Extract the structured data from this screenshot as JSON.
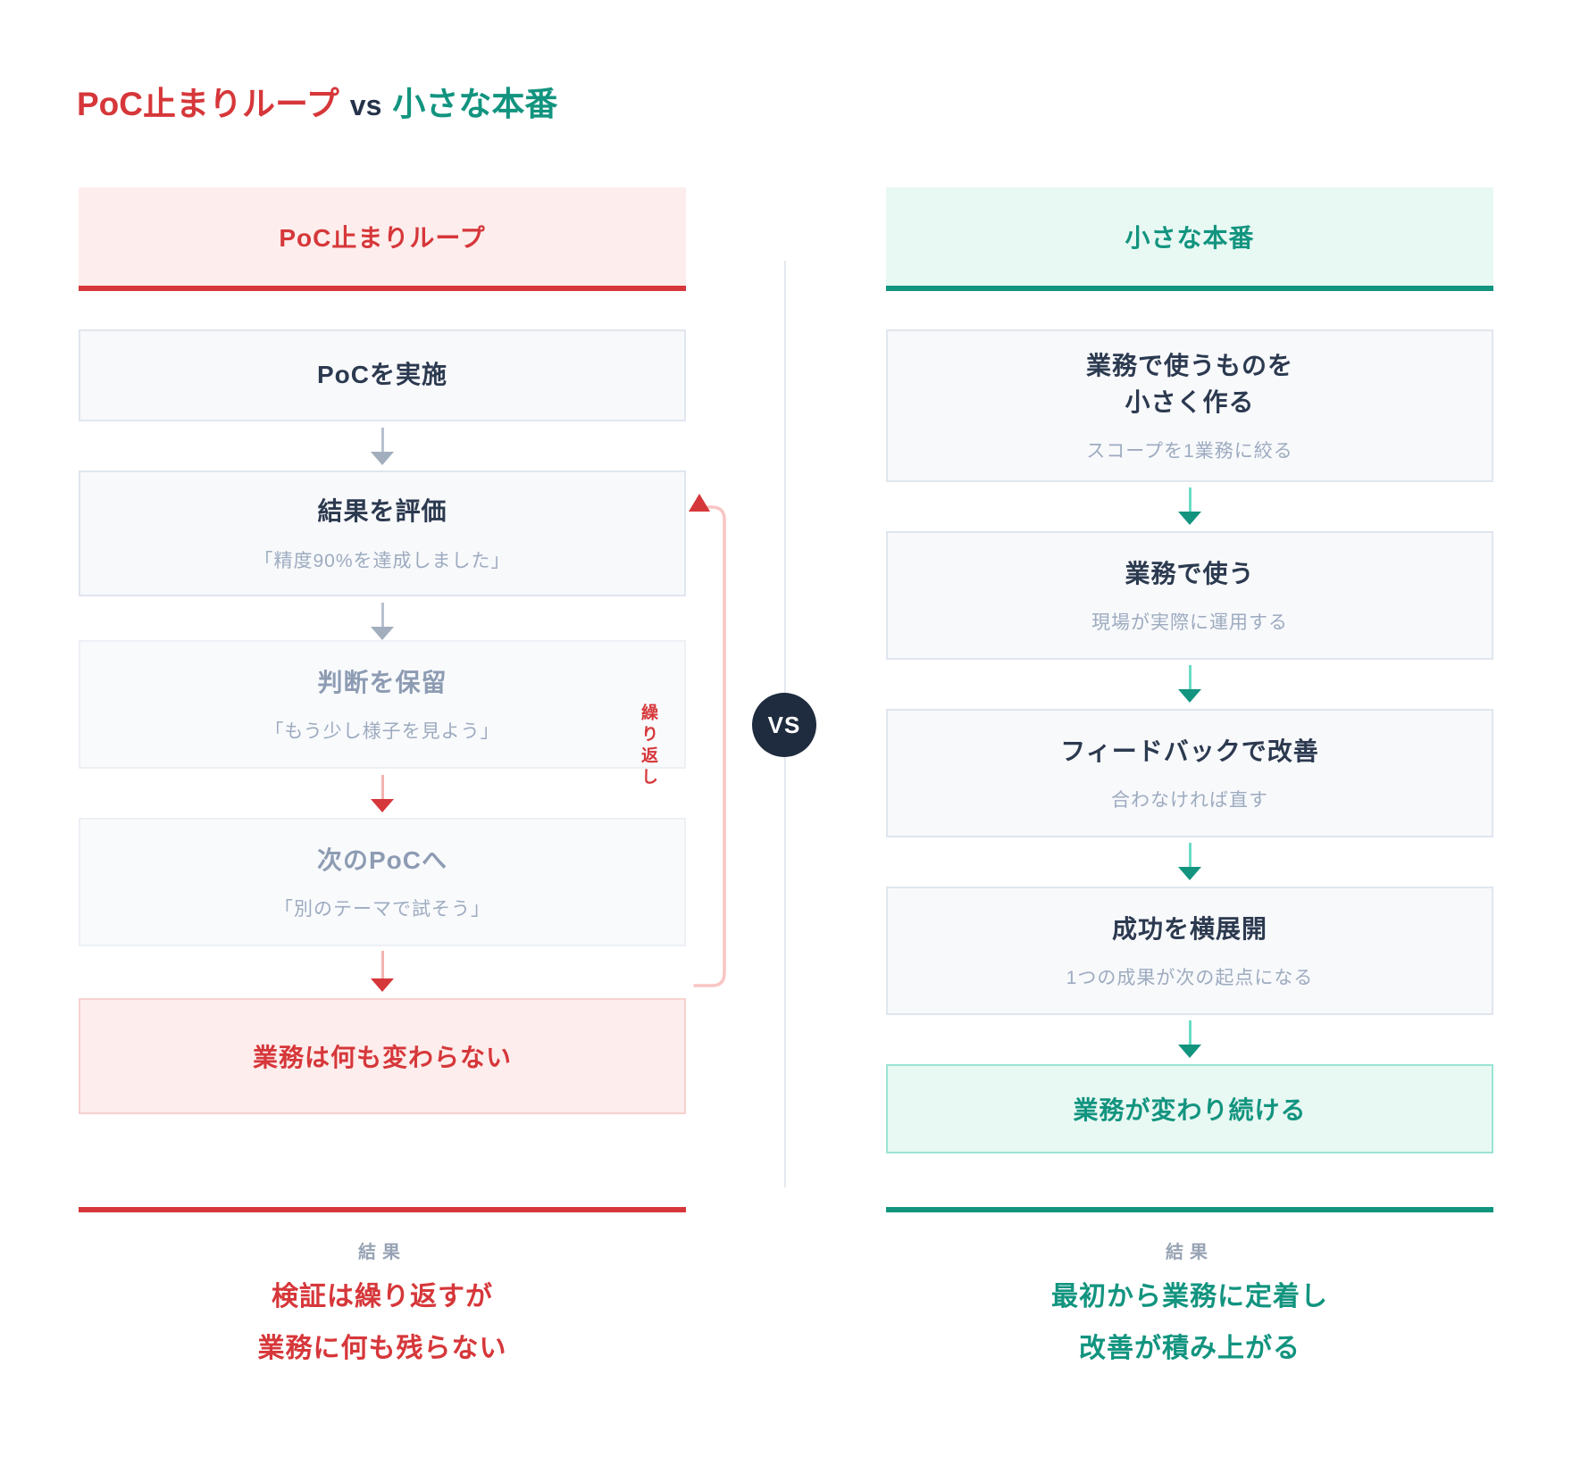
{
  "page_title": {
    "left": "PoC止まりループ",
    "separator": "vs",
    "right": "小さな本番"
  },
  "vs_badge": "VS",
  "colors": {
    "red": "#d6373a",
    "pink_background": "#fdedec",
    "teal": "#12947f",
    "teal_background": "#e8f8f3",
    "navy_text": "#2c3a50",
    "gray_sub_text": "#9dabc0",
    "vs_badge_background": "#1f2b3e"
  },
  "left_flow": {
    "header": "PoC止まりループ",
    "steps": [
      {
        "title": "PoCを実施",
        "sub": ""
      },
      {
        "title": "結果を評価",
        "sub": "「精度90%を達成しました」"
      },
      {
        "title": "判断を保留",
        "sub": "「もう少し様子を見よう」"
      },
      {
        "title": "次のPoCへ",
        "sub": "「別のテーマで試そう」"
      }
    ],
    "loop_label": "繰り返し",
    "outcome": "業務は何も変わらない",
    "result_label": "結果",
    "result_lines": [
      "検証は繰り返すが",
      "業務に何も残らない"
    ]
  },
  "right_flow": {
    "header": "小さな本番",
    "steps": [
      {
        "title_line1": "業務で使うものを",
        "title_line2": "小さく作る",
        "sub": "スコープを1業務に絞る"
      },
      {
        "title": "業務で使う",
        "sub": "現場が実際に運用する"
      },
      {
        "title": "フィードバックで改善",
        "sub": "合わなければ直す"
      },
      {
        "title": "成功を横展開",
        "sub": "1つの成果が次の起点になる"
      }
    ],
    "outcome": "業務が変わり続ける",
    "result_label": "結果",
    "result_lines": [
      "最初から業務に定着し",
      "改善が積み上がる"
    ]
  }
}
